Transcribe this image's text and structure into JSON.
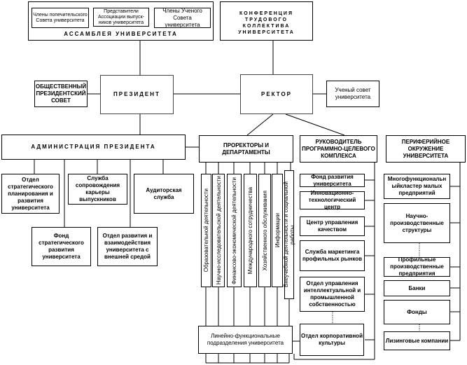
{
  "assembly": {
    "title": "АССАМБЛЕЯ УНИВЕРСИТЕТА",
    "members": [
      "Члены попечительского Совета университета",
      "Представители Ассоциации выпуск-ников университета",
      "Члены Ученого Совета университета"
    ]
  },
  "conference": "КОНФЕРЕНЦИЯ ТРУДОВОГО КОЛЛЕКТИВА УНИВЕРСИТЕТА",
  "president": "ПРЕЗИДЕНТ",
  "public_council": "ОБЩЕСТВЕННЫЙ ПРЕЗИДЕНТСКИЙ СОВЕТ",
  "rector": "РЕКТОР",
  "academic_council": "Ученый совет университета",
  "administration": {
    "title": "АДМИНИСТРАЦИЯ ПРЕЗИДЕНТА",
    "units": [
      "Отдел стратегического планирования и развития университета",
      "Служба сопровождения карьеры выпускников",
      "Аудиторская служба",
      "Фонд стратегического развития университета",
      "Отдел развития и взаимодействия университета с внешней средой"
    ]
  },
  "prorectors": {
    "title": "ПРОРЕКТОРЫ И ДЕПАРТАМЕНТЫ",
    "areas": [
      "Образовательной деятельности",
      "Научно-исследовательской деятельности",
      "Финансово-экономической деятельности",
      "Международного сотрудничества",
      "Хозяйственного обслуживания",
      "Информации",
      "Внеучебной деятельности и социальной работы"
    ],
    "linear": "Линейно-функциональные подразделения университета"
  },
  "program_complex": {
    "title": "РУКОВОДИТЕЛЬ ПРОГРАММНО-ЦЕЛЕВОГО КОМПЛЕКСА",
    "units": [
      "Фонд развития университета",
      "Инновационно-технологический центр",
      "Центр управления качеством",
      "Служба маркетинга профильных рынков",
      "Отдел управления интеллектуальной и промышленной собственностью",
      "Отдел корпоративной культуры"
    ]
  },
  "periphery": {
    "title": "ПЕРИФЕРИЙНОЕ ОКРУЖЕНИЕ УНИВЕРСИТЕТА",
    "units": [
      "Многофункциональн ыйкластер малых предприятий",
      "Научно-производственные структуры",
      "Профильные производственные предприятия",
      "Банки",
      "Фонды",
      "Лизинговые компании"
    ]
  }
}
